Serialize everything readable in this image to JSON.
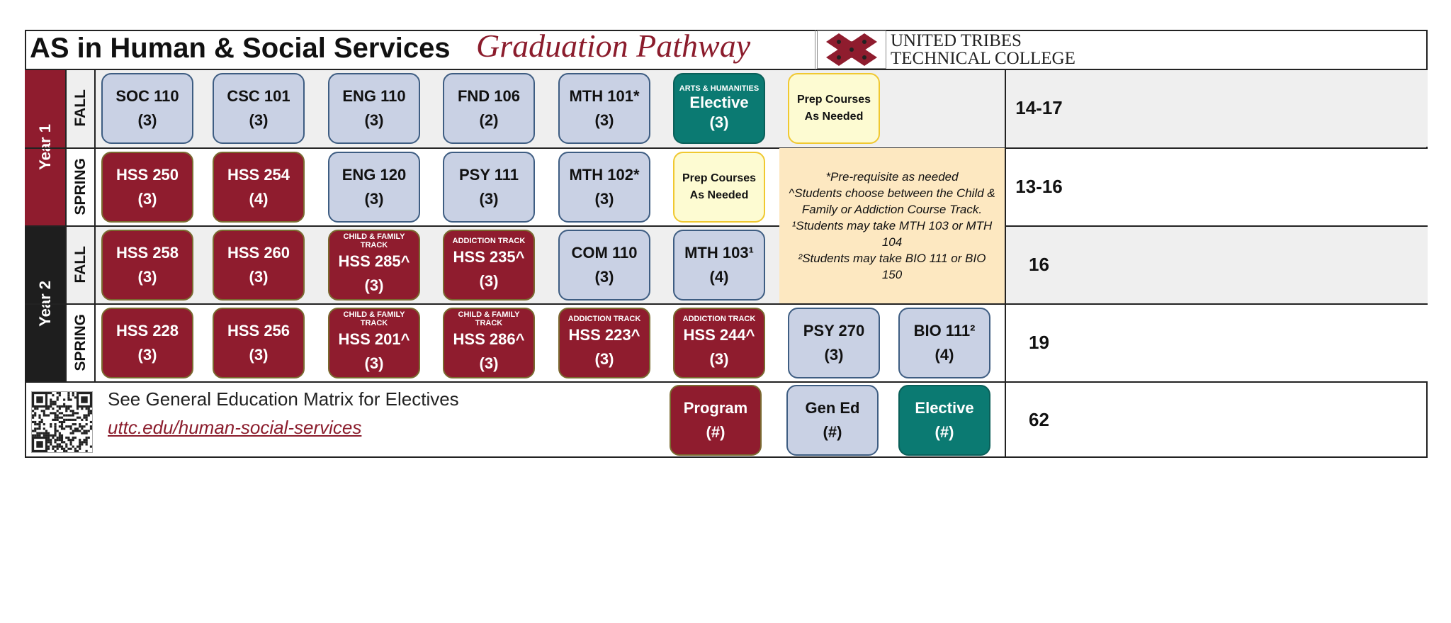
{
  "header": {
    "title": "AS in Human & Social Services",
    "subtitle": "Graduation Pathway",
    "logo_line1": "United Tribes",
    "logo_line2": "Technical College"
  },
  "colors": {
    "program": "#8f1c2e",
    "gen_ed": "#c9d1e4",
    "elective": "#0b7a72",
    "prep": "#fdfbd2",
    "note": "#fde8c1",
    "year2": "#1e1e1e"
  },
  "years": [
    "Year 1",
    "Year 2"
  ],
  "rows": [
    {
      "season": "FALL",
      "total": "14-17",
      "courses": [
        {
          "type": "gen",
          "code": "SOC 110",
          "credits": "(3)"
        },
        {
          "type": "gen",
          "code": "CSC 101",
          "credits": "(3)"
        },
        {
          "type": "gen",
          "code": "ENG 110",
          "credits": "(3)"
        },
        {
          "type": "gen",
          "code": "FND 106",
          "credits": "(2)"
        },
        {
          "type": "gen",
          "code": "MTH 101*",
          "credits": "(3)"
        },
        {
          "type": "elec",
          "track": "ARTS & HUMANITIES",
          "code": "Elective",
          "credits": "(3)"
        },
        {
          "type": "prep",
          "code": "Prep Courses",
          "credits": "As Needed"
        }
      ]
    },
    {
      "season": "SPRING",
      "total": "13-16",
      "courses": [
        {
          "type": "prog",
          "code": "HSS 250",
          "credits": "(3)"
        },
        {
          "type": "prog",
          "code": "HSS 254",
          "credits": "(4)"
        },
        {
          "type": "gen",
          "code": "ENG 120",
          "credits": "(3)"
        },
        {
          "type": "gen",
          "code": "PSY 111",
          "credits": "(3)"
        },
        {
          "type": "gen",
          "code": "MTH 102*",
          "credits": "(3)"
        },
        {
          "type": "prep",
          "code": "Prep Courses",
          "credits": "As Needed"
        }
      ]
    },
    {
      "season": "FALL",
      "total": "16",
      "courses": [
        {
          "type": "prog",
          "code": "HSS 258",
          "credits": "(3)"
        },
        {
          "type": "prog",
          "code": "HSS 260",
          "credits": "(3)"
        },
        {
          "type": "prog",
          "track": "CHILD & FAMILY TRACK",
          "code": "HSS 285^",
          "credits": "(3)"
        },
        {
          "type": "prog",
          "track": "ADDICTION TRACK",
          "code": "HSS 235^",
          "credits": "(3)"
        },
        {
          "type": "gen",
          "code": "COM 110",
          "credits": "(3)"
        },
        {
          "type": "gen",
          "code": "MTH 103¹",
          "credits": "(4)"
        }
      ]
    },
    {
      "season": "SPRING",
      "total": "19",
      "courses": [
        {
          "type": "prog",
          "code": "HSS 228",
          "credits": "(3)"
        },
        {
          "type": "prog",
          "code": "HSS 256",
          "credits": "(3)"
        },
        {
          "type": "prog",
          "track": "CHILD & FAMILY TRACK",
          "code": "HSS 201^",
          "credits": "(3)"
        },
        {
          "type": "prog",
          "track": "CHILD & FAMILY TRACK",
          "code": "HSS 286^",
          "credits": "(3)"
        },
        {
          "type": "prog",
          "track": "ADDICTION TRACK",
          "code": "HSS 223^",
          "credits": "(3)"
        },
        {
          "type": "prog",
          "track": "ADDICTION TRACK",
          "code": "HSS 244^",
          "credits": "(3)"
        },
        {
          "type": "gen",
          "code": "PSY 270",
          "credits": "(3)"
        },
        {
          "type": "gen",
          "code": "BIO 111²",
          "credits": "(4)"
        }
      ]
    }
  ],
  "notes": [
    "*Pre-requisite as needed",
    "^Students choose between the Child & Family or Addiction Course Track.",
    "¹Students may take MTH 103 or MTH 104",
    "²Students may take BIO 111 or BIO 150"
  ],
  "footer": {
    "text": "See General Education Matrix for Electives",
    "link": "uttc.edu/human-social-services",
    "total": "62",
    "legend": [
      {
        "type": "prog",
        "label": "Program",
        "credits": "(#)"
      },
      {
        "type": "gen",
        "label": "Gen Ed",
        "credits": "(#)"
      },
      {
        "type": "elec",
        "label": "Elective",
        "credits": "(#)"
      }
    ]
  }
}
